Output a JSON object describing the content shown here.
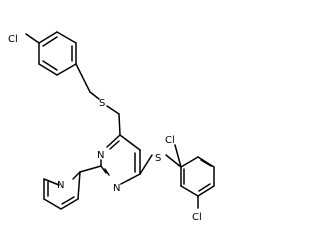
{
  "molecule": {
    "atom_labels": {
      "cl_top": "Cl",
      "s_thioether": "S",
      "n_pyrimidine_upper": "N",
      "n_pyrimidine_lower": "N",
      "n_pyridine": "N",
      "s_aryl": "S",
      "cl_upper_aryl": "Cl",
      "cl_lower_aryl": "Cl"
    }
  },
  "colors": {
    "bond": "#000000",
    "label": "#000000",
    "background": "#ffffff"
  }
}
